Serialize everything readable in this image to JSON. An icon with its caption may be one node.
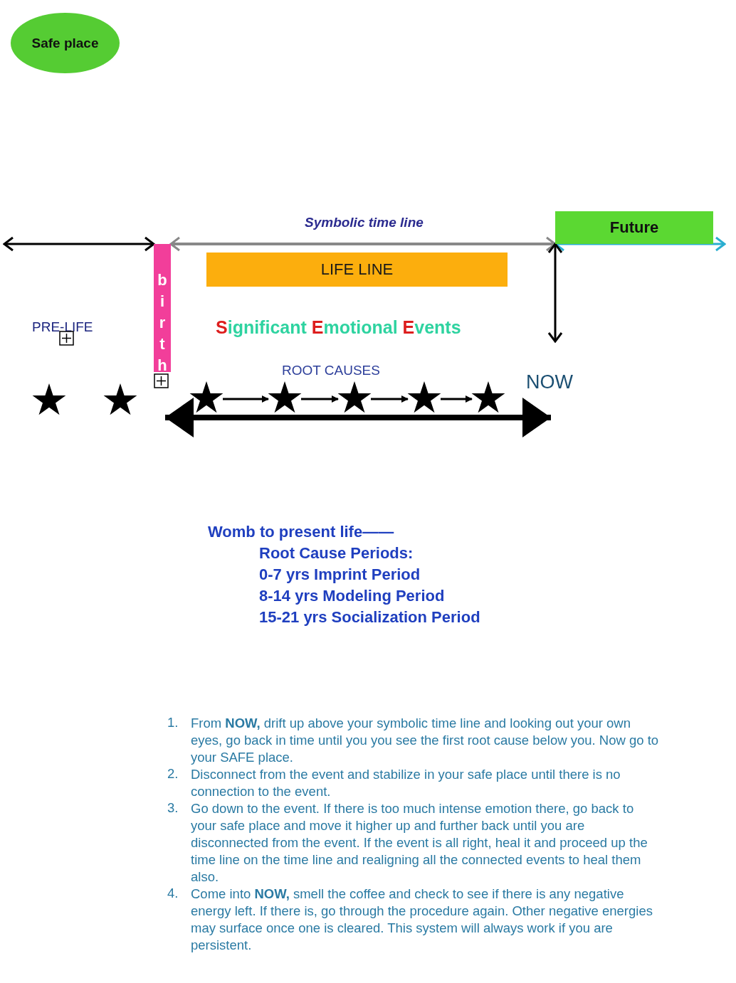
{
  "diagram": {
    "nodes": [
      {
        "text": [
          "Safe place"
        ]
      },
      {
        "text": [
          "Future"
        ]
      },
      {
        "text": [
          "LIFE LINE"
        ]
      },
      {
        "text": [
          "birth"
        ]
      },
      {
        "text": [],
        "shape": "star"
      },
      {
        "text": [],
        "shape": "star"
      },
      {
        "text": [],
        "shape": "star"
      },
      {
        "text": [],
        "shape": "star"
      },
      {
        "text": [],
        "shape": "star"
      },
      {
        "text": [],
        "shape": "star"
      },
      {
        "text": [],
        "shape": "star"
      }
    ],
    "edges": [
      {
        "from": 6,
        "to": 7,
        "arrow": "to"
      },
      {
        "from": 7,
        "to": 8,
        "arrow": "to"
      },
      {
        "from": 8,
        "to": 9,
        "arrow": "to"
      },
      {
        "from": 9,
        "to": 10,
        "arrow": "to"
      },
      {
        "from": null,
        "to": 3,
        "arrow": "both"
      },
      {
        "from": 3,
        "to": 1,
        "arrow": "both",
        "color": "#888888"
      },
      {
        "from": 1,
        "to": null,
        "arrow": "both",
        "color": "#2aaed0"
      },
      {
        "from": 1,
        "to": null,
        "arrow": "both"
      }
    ],
    "labels": [
      "Symbolic time line",
      "PRE-LIFE",
      "Significant Emotional Events",
      "ROOT CAUSES",
      "NOW",
      "Womb to present life——",
      "Root Cause Periods:",
      "0-7 yrs Imprint Period",
      "8-14 yrs Modeling Period",
      "15-21 yrs Socialization Period",
      "1.",
      "From **NOW,** drift up above your symbolic time line and looking out your own eyes, go back in time until you you see the first root cause below you. Now go to your SAFE place.",
      "2.",
      "Disconnect from the event and stabilize in your safe place until there  is no connection to the event.",
      "3.",
      "Go down to the event. If there is too much intense emotion there, go back to your safe place and move it higher up and further back until you are disconnected from the event. If the event is all right, heal it and proceed up the time line on the time line and realigning all the connected events to heal them also.",
      "4.",
      "Come into **NOW,** smell the coffee and check to see if there is any negative energy  left. If there is, go through the procedure again. Other negative energies may surface once one is cleared. This system will always work if you are persistent."
    ]
  }
}
